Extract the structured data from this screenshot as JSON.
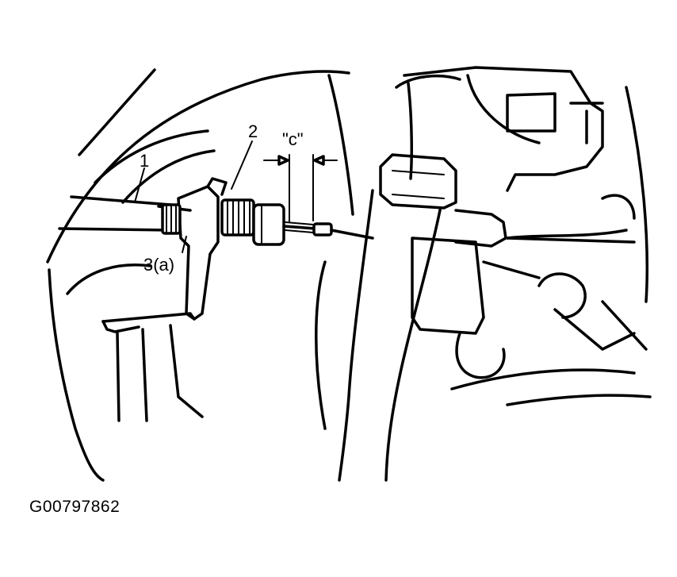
{
  "figure_id": "G00797862",
  "callouts": {
    "item_1": "1",
    "item_2": "2",
    "item_3": "3(a)",
    "dimension_c": "\"c\""
  },
  "colors": {
    "ink": "#000000",
    "paper": "#ffffff"
  }
}
